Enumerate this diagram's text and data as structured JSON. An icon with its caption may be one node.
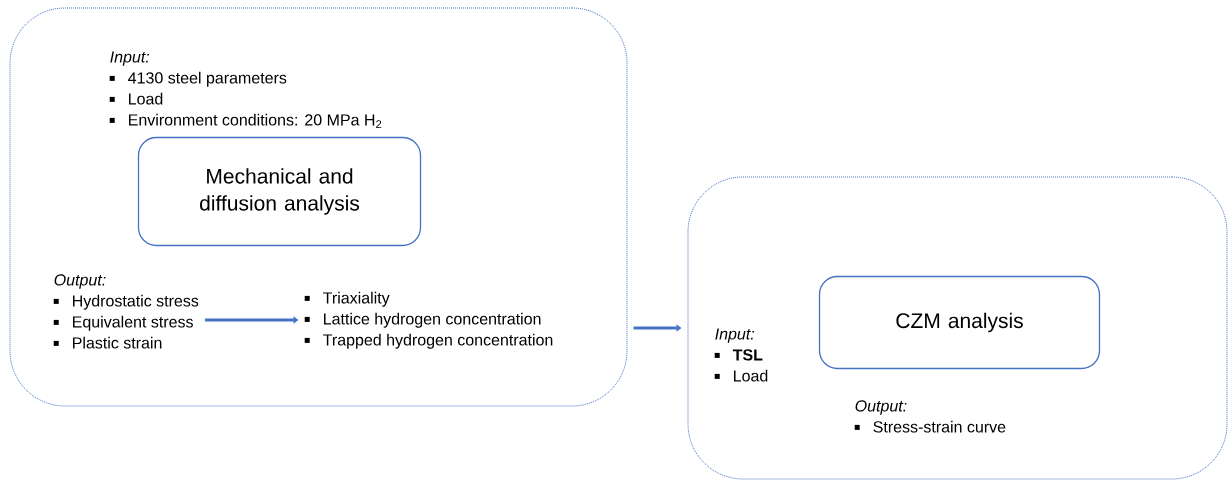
{
  "diagram": {
    "nodes": [
      {
        "text": [],
        "shape": "box"
      },
      {
        "text": [
          "Input:",
          "4130 steel parameters",
          "Load",
          "Environment conditions: 20 MPa H$_{2}$"
        ],
        "in": 0
      },
      {
        "text": [
          "Mechanical and diffusion analysis"
        ],
        "in": 0
      },
      {
        "text": [
          "Output:",
          "Hydrostatic stress",
          "Equivalent stress",
          "Plastic strain"
        ],
        "in": 0
      },
      {
        "text": [
          "Triaxiality",
          "Lattice hydrogen concentration",
          "Trapped hydrogen concentration"
        ],
        "in": 0
      },
      {
        "text": [],
        "shape": "box"
      },
      {
        "text": [
          "Input:",
          "**TSL**",
          "Load"
        ],
        "in": 5
      },
      {
        "text": [
          "CZM analysis"
        ],
        "in": 5
      },
      {
        "text": [
          "Output:",
          "Stress-strain curve"
        ],
        "in": 5
      }
    ],
    "edges": [
      {
        "from": 3,
        "to": 4,
        "arrow": "to"
      },
      {
        "from": 0,
        "to": 5,
        "arrow": "to"
      }
    ]
  }
}
